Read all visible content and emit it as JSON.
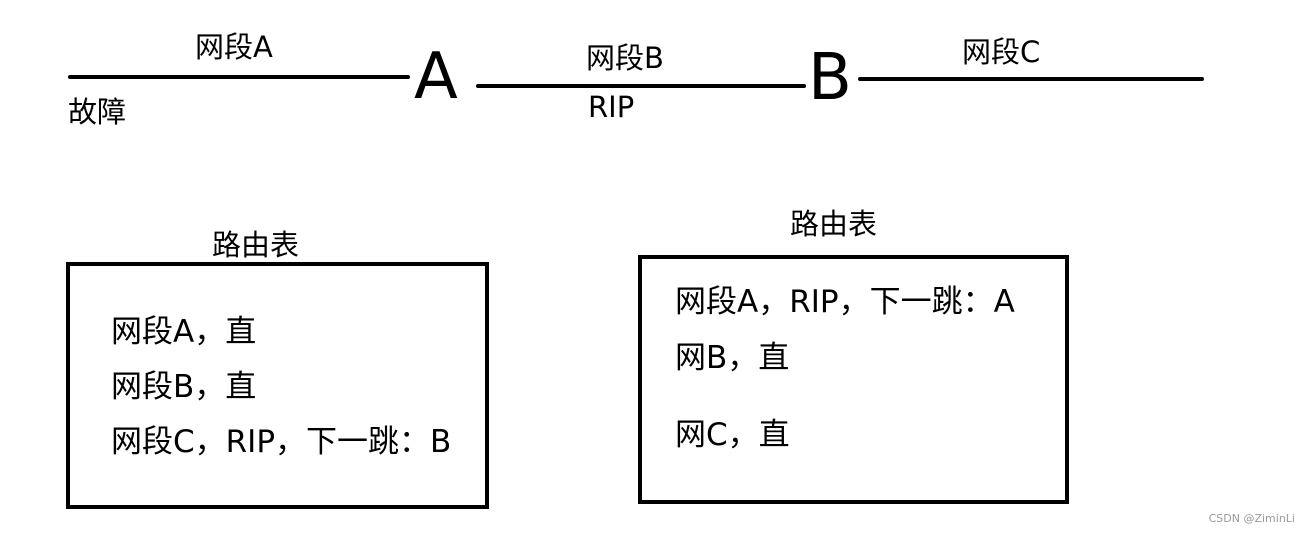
{
  "network": {
    "segment_a": {
      "label": "网段A",
      "status": "故障"
    },
    "segment_b": {
      "label": "网段B",
      "protocol": "RIP"
    },
    "segment_c": {
      "label": "网段C"
    },
    "router_a": "A",
    "router_b": "B"
  },
  "routing_tables": [
    {
      "title": "路由表",
      "rows": [
        "网段A，直",
        "网段B，直",
        "网段C，RIP，下一跳：B"
      ]
    },
    {
      "title": "路由表",
      "rows": [
        "网段A，RIP，下一跳：A",
        "网B，直",
        "网C，直"
      ]
    }
  ],
  "watermark": "CSDN @ZiminLi"
}
